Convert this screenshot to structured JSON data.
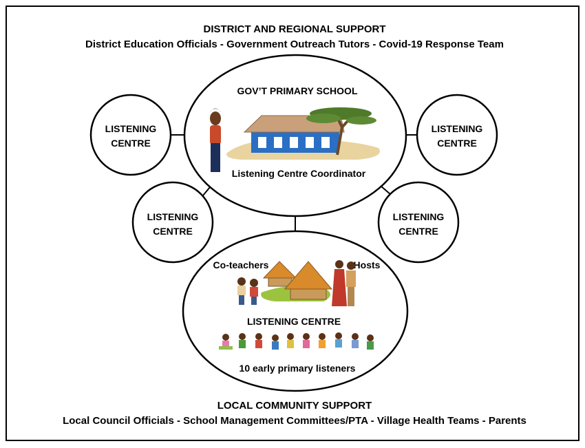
{
  "top_support": {
    "title": "DISTRICT AND REGIONAL SUPPORT",
    "members": "District Education Officials - Government Outreach Tutors - Covid-19 Response Team"
  },
  "school": {
    "title": "GOV’T PRIMARY SCHOOL",
    "coordinator": "Listening Centre Coordinator"
  },
  "satellites": {
    "left_upper": [
      "LISTENING",
      "CENTRE"
    ],
    "left_lower": [
      "LISTENING",
      "CENTRE"
    ],
    "right_upper": [
      "LISTENING",
      "CENTRE"
    ],
    "right_lower": [
      "LISTENING",
      "CENTRE"
    ]
  },
  "community_centre": {
    "co_teachers": "Co-teachers",
    "hosts": "Hosts",
    "title": "LISTENING CENTRE",
    "listeners": "10 early primary listeners"
  },
  "bottom_support": {
    "title": "LOCAL COMMUNITY SUPPORT",
    "members": "Local Council Officials - School Management Committees/PTA - Village Health Teams - Parents"
  },
  "colors": {
    "border": "#000000",
    "school_wall": "#2a6fc4",
    "roof": "#c9a07a",
    "hut_roof": "#d98a2b",
    "ground": "#e9d4a0",
    "grass": "#9cc33f",
    "tree": "#4f7a2a"
  }
}
